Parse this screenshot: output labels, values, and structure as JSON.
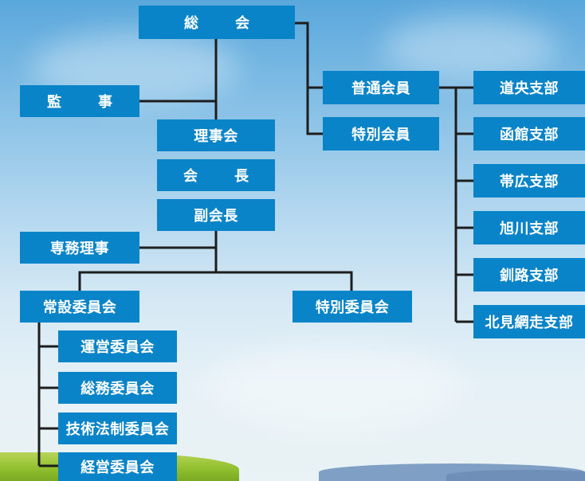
{
  "org": {
    "general_assembly": "総　会",
    "auditor": "監　事",
    "board": "理事会",
    "president": "会　長",
    "vice_president": "副会長",
    "executive_director": "専務理事",
    "standing_committee": "常設委員会",
    "special_committee": "特別委員会",
    "standing_subcommittees": [
      "運営委員会",
      "総務委員会",
      "技術法制委員会",
      "経営委員会"
    ],
    "regular_members": "普通会員",
    "special_members": "特別会員",
    "branches": [
      "道央支部",
      "函館支部",
      "帯広支部",
      "旭川支部",
      "釧路支部",
      "北見網走支部"
    ]
  },
  "colors": {
    "box": "#0a84c8",
    "line": "#1d1d1d"
  }
}
